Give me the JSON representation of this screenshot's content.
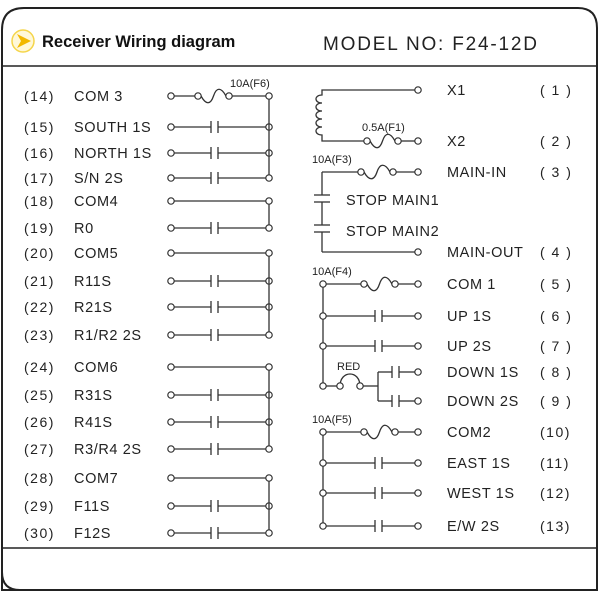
{
  "header": {
    "logo_icon": "arrow-right-icon",
    "title": "Receiver Wiring diagram",
    "model": "MODEL NO: F24-12D",
    "accent_color": "#f5c400"
  },
  "left_terminals": [
    {
      "num": "(14)",
      "name": "COM 3",
      "type": "fuse",
      "fuse_label": "10A(F6)"
    },
    {
      "num": "(15)",
      "name": "SOUTH 1S",
      "type": "contact"
    },
    {
      "num": "(16)",
      "name": "NORTH 1S",
      "type": "contact"
    },
    {
      "num": "(17)",
      "name": "S/N 2S",
      "type": "contact"
    },
    {
      "num": "(18)",
      "name": "COM4",
      "type": "wire"
    },
    {
      "num": "(19)",
      "name": "R0",
      "type": "contact"
    },
    {
      "num": "(20)",
      "name": "COM5",
      "type": "wire"
    },
    {
      "num": "(21)",
      "name": "R11S",
      "type": "contact"
    },
    {
      "num": "(22)",
      "name": "R21S",
      "type": "contact"
    },
    {
      "num": "(23)",
      "name": "R1/R2 2S",
      "type": "contact"
    },
    {
      "num": "(24)",
      "name": "COM6",
      "type": "wire"
    },
    {
      "num": "(25)",
      "name": "R31S",
      "type": "contact"
    },
    {
      "num": "(26)",
      "name": "R41S",
      "type": "contact"
    },
    {
      "num": "(27)",
      "name": "R3/R4 2S",
      "type": "contact"
    },
    {
      "num": "(28)",
      "name": "COM7",
      "type": "wire"
    },
    {
      "num": "(29)",
      "name": "F11S",
      "type": "contact"
    },
    {
      "num": "(30)",
      "name": "F12S",
      "type": "contact"
    }
  ],
  "right_terminals": [
    {
      "num": "( 1 )",
      "name": "X1"
    },
    {
      "num": "( 2 )",
      "name": "X2"
    },
    {
      "num": "( 3 )",
      "name": "MAIN-IN"
    },
    {
      "num": "( 4 )",
      "name": "MAIN-OUT"
    },
    {
      "num": "( 5 )",
      "name": "COM 1"
    },
    {
      "num": "( 6 )",
      "name": "UP  1S"
    },
    {
      "num": "( 7 )",
      "name": "UP  2S"
    },
    {
      "num": "( 8 )",
      "name": "DOWN 1S"
    },
    {
      "num": "( 9 )",
      "name": "DOWN 2S"
    },
    {
      "num": "(10)",
      "name": "COM2"
    },
    {
      "num": "(11)",
      "name": "EAST 1S"
    },
    {
      "num": "(12)",
      "name": "WEST 1S"
    },
    {
      "num": "(13)",
      "name": "E/W 2S"
    }
  ],
  "labels": {
    "fuse_f1": "0.5A(F1)",
    "fuse_f3": "10A(F3)",
    "fuse_f4": "10A(F4)",
    "fuse_f5": "10A(F5)",
    "stop_main1": "STOP MAIN1",
    "stop_main2": "STOP MAIN2",
    "red": "RED"
  }
}
